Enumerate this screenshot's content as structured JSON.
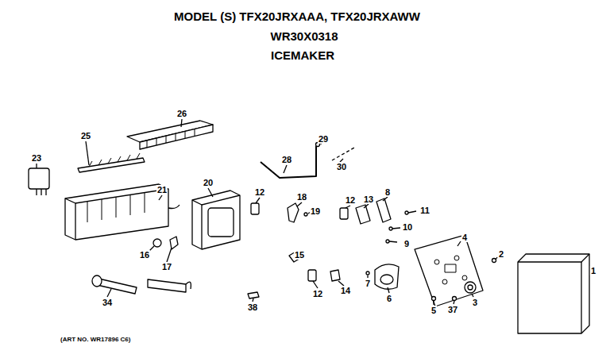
{
  "diagram": {
    "title": "MODEL (S) TFX20JRXAAA, TFX20JRXAWW",
    "caption": "(ART NO. WR17896 C6)",
    "labels": [
      "WR30X0318",
      "ICEMAKER",
      "26",
      "25",
      "23",
      "21",
      "20",
      "12",
      "18",
      "19",
      "12",
      "13",
      "8",
      "11",
      "10",
      "9",
      "29",
      "28",
      "30",
      "4",
      "2",
      "1",
      "3",
      "37",
      "5",
      "7",
      "6",
      "14",
      "12",
      "15",
      "16",
      "17",
      "34",
      "38"
    ]
  }
}
